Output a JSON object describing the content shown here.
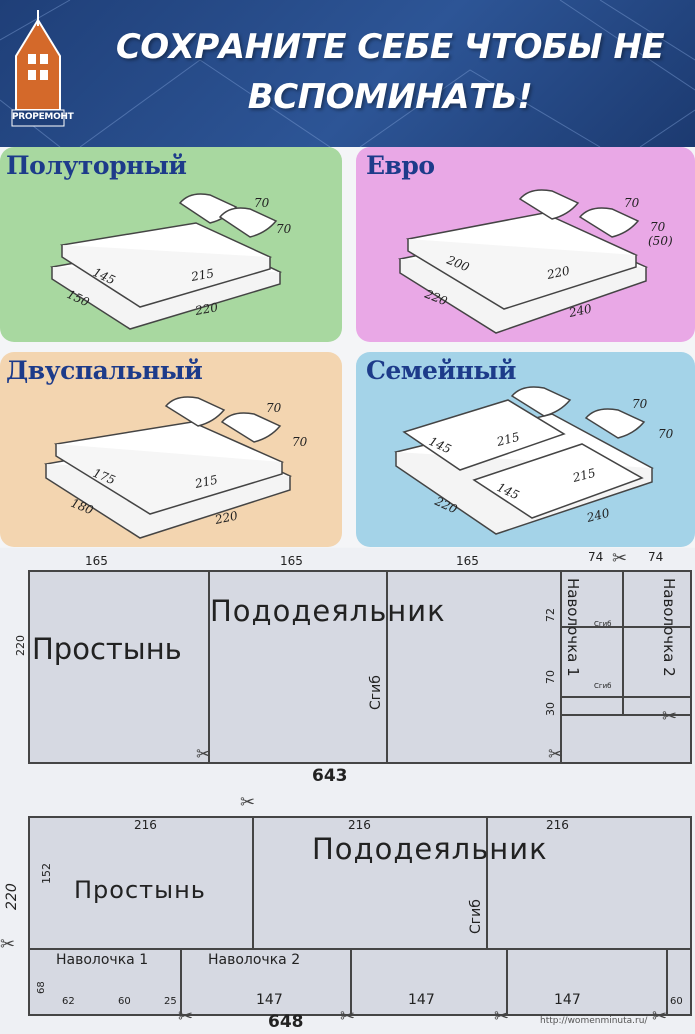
{
  "banner": {
    "headline_line1": "СОХРАНИТЕ СЕБЕ ЧТОБЫ НЕ",
    "headline_line2": "ВСПОМИНАТЬ!",
    "logo_text": "PROРЕМОНТ"
  },
  "panels": [
    {
      "title": "Полуторный",
      "color": "#a8d8a0",
      "pillow_w": "70",
      "pillow_h": "70",
      "bed_w": "145",
      "bed_l": "215",
      "sheet_w": "150",
      "sheet_l": "220"
    },
    {
      "title": "Евро",
      "color": "#e9a8e6",
      "pillow_w": "70",
      "pillow_h": "70",
      "pillow_h_alt": "(50)",
      "bed_w": "200",
      "bed_l": "220",
      "sheet_w": "220",
      "sheet_l": "240"
    },
    {
      "title": "Двуспальный",
      "color": "#f3d5b0",
      "pillow_w": "70",
      "pillow_h": "70",
      "bed_w": "175",
      "bed_l": "215",
      "sheet_w": "180",
      "sheet_l": "220"
    },
    {
      "title": "Семейный",
      "color": "#a4d3e8",
      "pillow_w": "70",
      "pillow_h": "70",
      "bed_w1": "145",
      "bed_l1": "215",
      "bed_w2": "145",
      "bed_l2": "215",
      "sheet_w": "220",
      "sheet_l": "240"
    }
  ],
  "layout1": {
    "top_dims": [
      "165",
      "165",
      "165",
      "74",
      "74"
    ],
    "side_dim": "220",
    "sheet_label": "Простынь",
    "duvet_label": "Пододеяльник",
    "fold_label": "Сгиб",
    "pillow1_label": "Наволочка 1",
    "pillow2_label": "Наволочка 2",
    "pillow_dims": [
      "72",
      "70",
      "30"
    ],
    "small_fold": "Сгиб",
    "total": "643"
  },
  "layout2": {
    "top_dims": [
      "216",
      "216",
      "216"
    ],
    "side_dim": "220",
    "inner_side_dim": "152",
    "sheet_label": "Простынь",
    "duvet_label": "Пододеяльник",
    "fold_label": "Сгиб",
    "pillow1_label": "Наволочка 1",
    "pillow2_label": "Наволочка 2",
    "pillow_side": "68",
    "bottom_dims": [
      "62",
      "60",
      "25",
      "147",
      "147",
      "147",
      "60"
    ],
    "total": "648",
    "watermark": "http://womenminuta.ru/"
  },
  "colors": {
    "accent": "#1d3b8a",
    "banner": "#2d5596",
    "sheet": "#d6d9e2"
  },
  "icons": [
    "scissors-icon",
    "bed-icon",
    "logo-house-icon"
  ]
}
